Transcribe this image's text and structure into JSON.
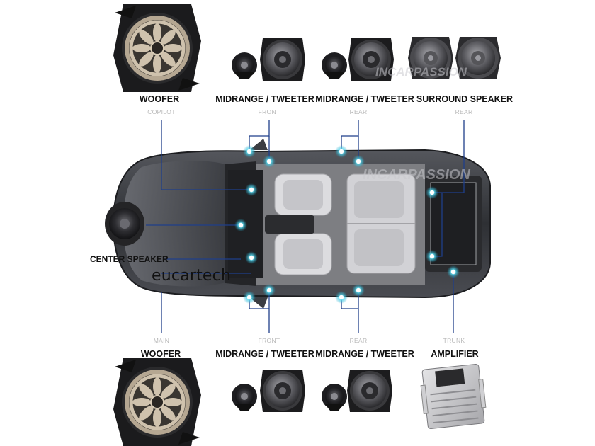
{
  "labels": {
    "woofer_top": "WOOFER",
    "copilot": "COPILOT",
    "mid_front_top": "MIDRANGE / TWEETER",
    "front_top": "FRONT",
    "mid_rear_top": "MIDRANGE / TWEETER",
    "rear_top": "REAR",
    "surround": "SURROUND SPEAKER",
    "surround_rear": "REAR",
    "center": "CENTER SPEAKER",
    "main": "MAIN",
    "woofer_bottom": "WOOFER",
    "front_bottom": "FRONT",
    "mid_front_bottom": "MIDRANGE / TWEETER",
    "rear_bottom": "REAR",
    "mid_rear_bottom": "MIDRANGE / TWEETER",
    "trunk": "TRUNK",
    "amplifier": "AMPLIFIER"
  },
  "brand": "eucartech",
  "watermark": "INCARPASSION",
  "colors": {
    "callout_line": "#1f3f8a",
    "speaker_dot": "#36c8e8",
    "car_body": "#3b3d42",
    "seat": "#d9d9dc",
    "woofer_ring": "#c8b9a4"
  },
  "icons": {
    "woofer": "woofer-speaker-icon",
    "tweeter": "tweeter-icon",
    "midrange": "midrange-speaker-icon",
    "amplifier": "amplifier-icon"
  }
}
